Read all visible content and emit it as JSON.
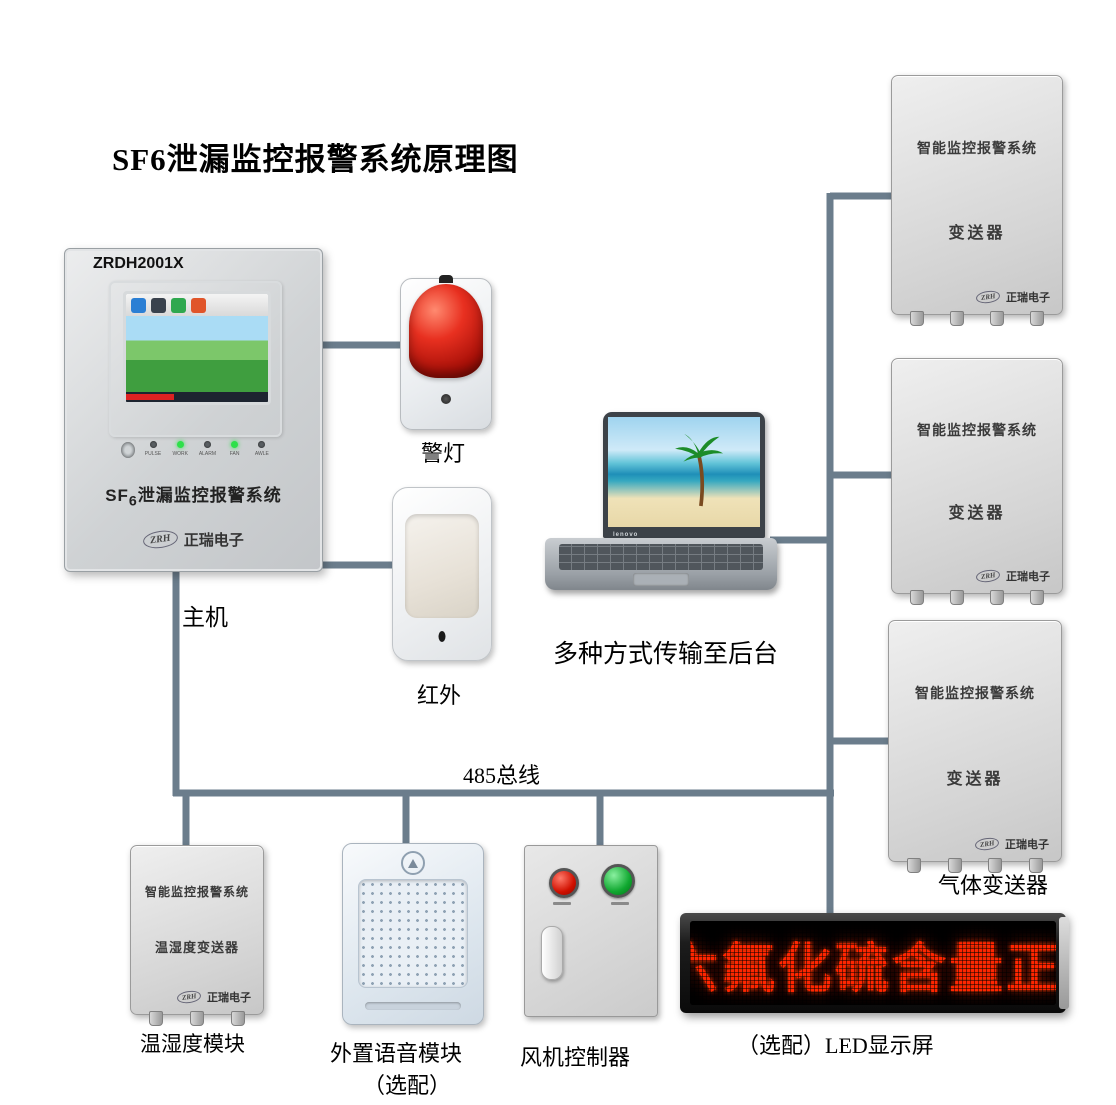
{
  "colors": {
    "line": "#6b7d8c",
    "led_text": "#ff2600",
    "alarm_dome": "#c81408"
  },
  "title": "SF6泄漏监控报警系统原理图",
  "main_panel": {
    "model": "ZRDH2001X",
    "name_prefix": "SF",
    "name_sub": "6",
    "name_rest": "泄漏监控报警系统",
    "logo_mark": "ZRH",
    "logo": "正瑞电子",
    "leds": [
      "PULSE",
      "WORK",
      "ALARM",
      "FAN",
      "AWLE"
    ],
    "caption": "主机"
  },
  "alarm_light": {
    "caption": "警灯"
  },
  "pir_sensor": {
    "caption": "红外"
  },
  "laptop": {
    "brand": "lenovo",
    "caption": "多种方式传输至后台"
  },
  "bus": {
    "label": "485总线"
  },
  "transmitters": {
    "caption": "气体变送器",
    "boxes": [
      {
        "line1": "智能监控报警系统",
        "line2": "变送器",
        "logo_mark": "ZRH",
        "logo": "正瑞电子"
      },
      {
        "line1": "智能监控报警系统",
        "line2": "变送器",
        "logo_mark": "ZRH",
        "logo": "正瑞电子"
      },
      {
        "line1": "智能监控报警系统",
        "line2": "变送器",
        "logo_mark": "ZRH",
        "logo": "正瑞电子"
      }
    ]
  },
  "temp_humidity": {
    "line1": "智能监控报警系统",
    "line2": "温湿度变送器",
    "logo_mark": "ZRH",
    "logo": "正瑞电子",
    "caption": "温湿度模块"
  },
  "speaker": {
    "caption_line1": "外置语音模块",
    "caption_line2": "（选配）"
  },
  "fan_controller": {
    "caption": "风机控制器"
  },
  "led_display": {
    "text": "六氟化硫含量正",
    "caption": "（选配）LED显示屏"
  }
}
